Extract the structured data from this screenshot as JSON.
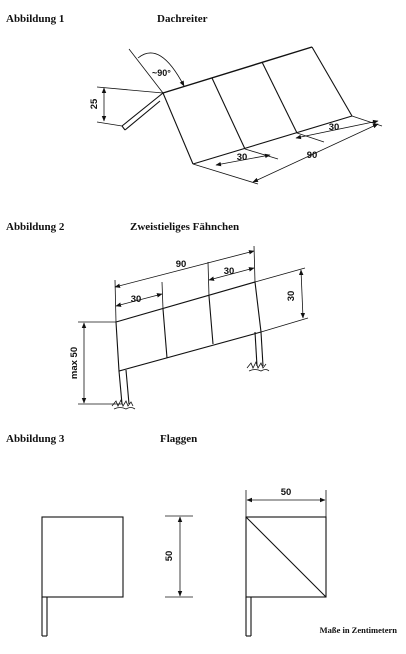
{
  "figure1": {
    "label": "Abbildung 1",
    "title": "Dachreiter",
    "angle": "~90°",
    "dim_height": "25",
    "dim_section_right": "30",
    "dim_section_left": "30",
    "dim_length": "90"
  },
  "figure2": {
    "label": "Abbildung 2",
    "title": "Zweistieliges Fähnchen",
    "dim_length": "90",
    "dim_section_left": "30",
    "dim_section_right": "30",
    "dim_height": "30",
    "dim_max": "max 50"
  },
  "figure3": {
    "label": "Abbildung 3",
    "title": "Flaggen",
    "dim_width": "50",
    "dim_height": "50"
  },
  "note": "Maße in Zentimetern"
}
